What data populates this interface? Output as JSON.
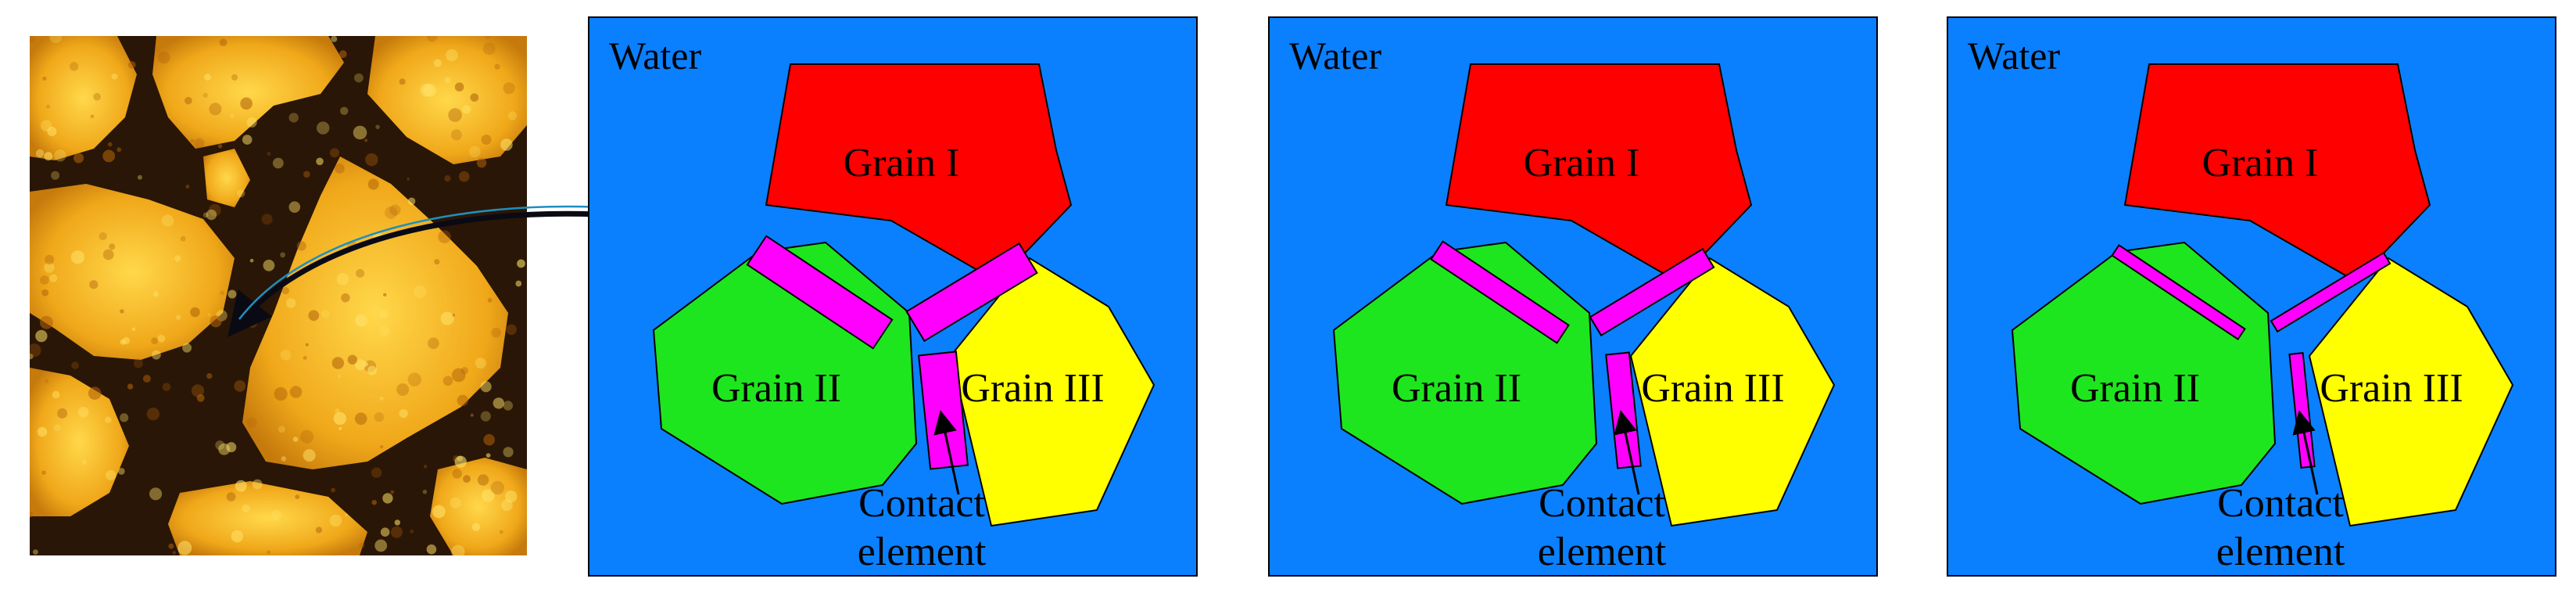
{
  "colors": {
    "water": "#0a80ff",
    "grain_1": "#ff0000",
    "grain_2": "#1ee61e",
    "grain_3": "#ffff00",
    "contact": "#ff00ff",
    "outline": "#000000",
    "photo_grain": "#e8a018",
    "photo_pore": "#2a1606"
  },
  "photo": {
    "description_icon": "micrograph-photo"
  },
  "panels": [
    {
      "water_label": "Water",
      "grain_1_label": "Grain I",
      "grain_2_label": "Grain II",
      "grain_3_label": "Grain III",
      "contact_line1": "Contact",
      "contact_line2": "element"
    },
    {
      "water_label": "Water",
      "grain_1_label": "Grain I",
      "grain_2_label": "Grain II",
      "grain_3_label": "Grain III",
      "contact_line1": "Contact",
      "contact_line2": "element"
    },
    {
      "water_label": "Water",
      "grain_1_label": "Grain I",
      "grain_2_label": "Grain II",
      "grain_3_label": "Grain III",
      "contact_line1": "Contact",
      "contact_line2": "element"
    }
  ]
}
